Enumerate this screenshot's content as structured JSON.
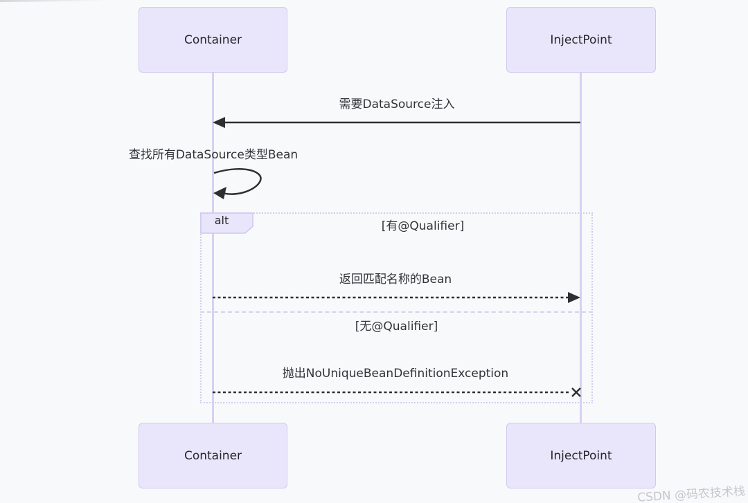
{
  "page": {
    "background": "#f8f9fa",
    "watermark": "CSDN @码农技术栈"
  },
  "diagram": {
    "type": "sequence",
    "actors": [
      {
        "label": "Container"
      },
      {
        "label": "InjectPoint"
      }
    ],
    "alt": {
      "label": "alt",
      "guards": [
        "[有@Qualifier]",
        "[无@Qualifier]"
      ]
    },
    "messages": [
      {
        "text": "需要DataSource注入",
        "from": "InjectPoint",
        "to": "Container",
        "style": "solid-arrow"
      },
      {
        "text": "查找所有DataSource类型Bean",
        "from": "Container",
        "to": "Container",
        "style": "self-loop"
      },
      {
        "text": "返回匹配名称的Bean",
        "from": "Container",
        "to": "InjectPoint",
        "style": "dashed-arrow"
      },
      {
        "text": "抛出NoUniqueBeanDefinitionException",
        "from": "Container",
        "to": "InjectPoint",
        "style": "dashed-x"
      }
    ],
    "colors": {
      "actor_fill": "#e9e6fb",
      "actor_border": "#d2c8f0",
      "lifeline": "#d8d1f2",
      "frame_border": "#d3cbf3",
      "arrow": "#2f2f33",
      "text": "#333338",
      "watermark": "#c7c7cd"
    }
  }
}
